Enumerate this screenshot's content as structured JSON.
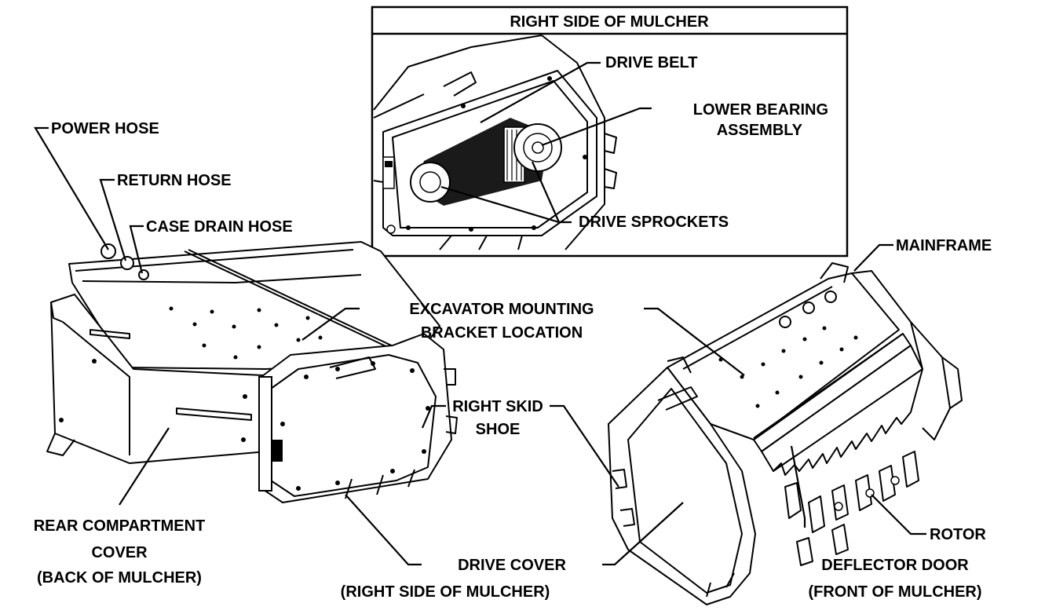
{
  "inset": {
    "title": "RIGHT SIDE OF MULCHER"
  },
  "labels": {
    "drive_belt": "DRIVE BELT",
    "lower_bearing_1": "LOWER BEARING",
    "lower_bearing_2": "ASSEMBLY",
    "drive_sprockets": "DRIVE SPROCKETS",
    "power_hose": "POWER HOSE",
    "return_hose": "RETURN HOSE",
    "case_drain_hose": "CASE DRAIN HOSE",
    "mainframe": "MAINFRAME",
    "excavator_1": "EXCAVATOR MOUNTING",
    "excavator_2": "BRACKET LOCATION",
    "right_skid_1": "RIGHT SKID",
    "right_skid_2": "SHOE",
    "rotor": "ROTOR",
    "rear_cover_1": "REAR COMPARTMENT",
    "rear_cover_2": "COVER",
    "rear_cover_3": "(BACK OF MULCHER)",
    "drive_cover_1": "DRIVE COVER",
    "drive_cover_2": "(RIGHT SIDE OF MULCHER)",
    "deflector_1": "DEFLECTOR DOOR",
    "deflector_2": "(FRONT OF MULCHER)"
  }
}
